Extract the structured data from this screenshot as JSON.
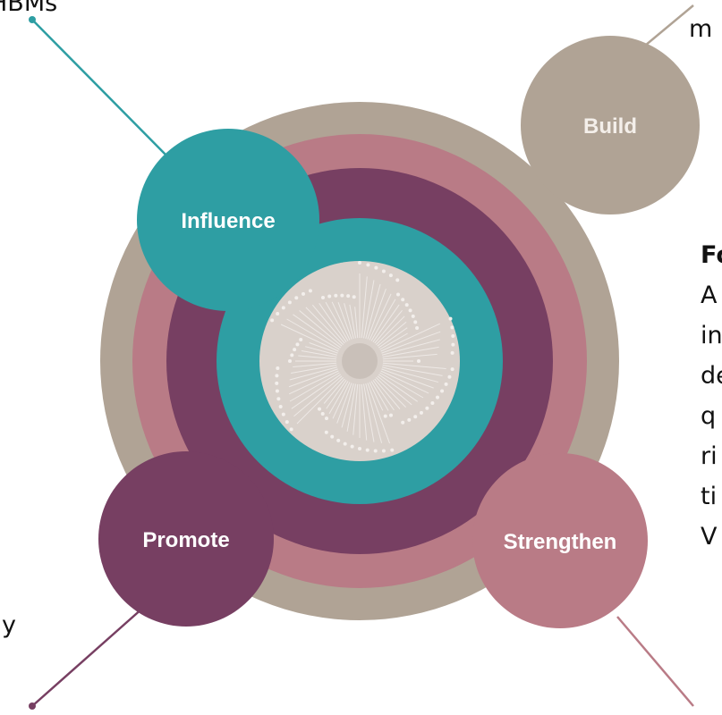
{
  "nodes": {
    "build": "Build",
    "influence": "Influence",
    "promote": "Promote",
    "strengthen": "Strengthen"
  },
  "edge_text": {
    "top_left": "HBMs",
    "top_right": "m",
    "bottom_left": "y",
    "side_fragments": [
      "Fo",
      "A",
      "in",
      "de",
      "q",
      "ri",
      "ti",
      "V"
    ]
  },
  "colors": {
    "tan": "#b0a395",
    "pink": "#b97b86",
    "plum": "#773f62",
    "teal": "#2e9ea3",
    "core": "#d9d1cb",
    "core_dots": "#f3efec",
    "core_center": "#c9c0b9"
  }
}
